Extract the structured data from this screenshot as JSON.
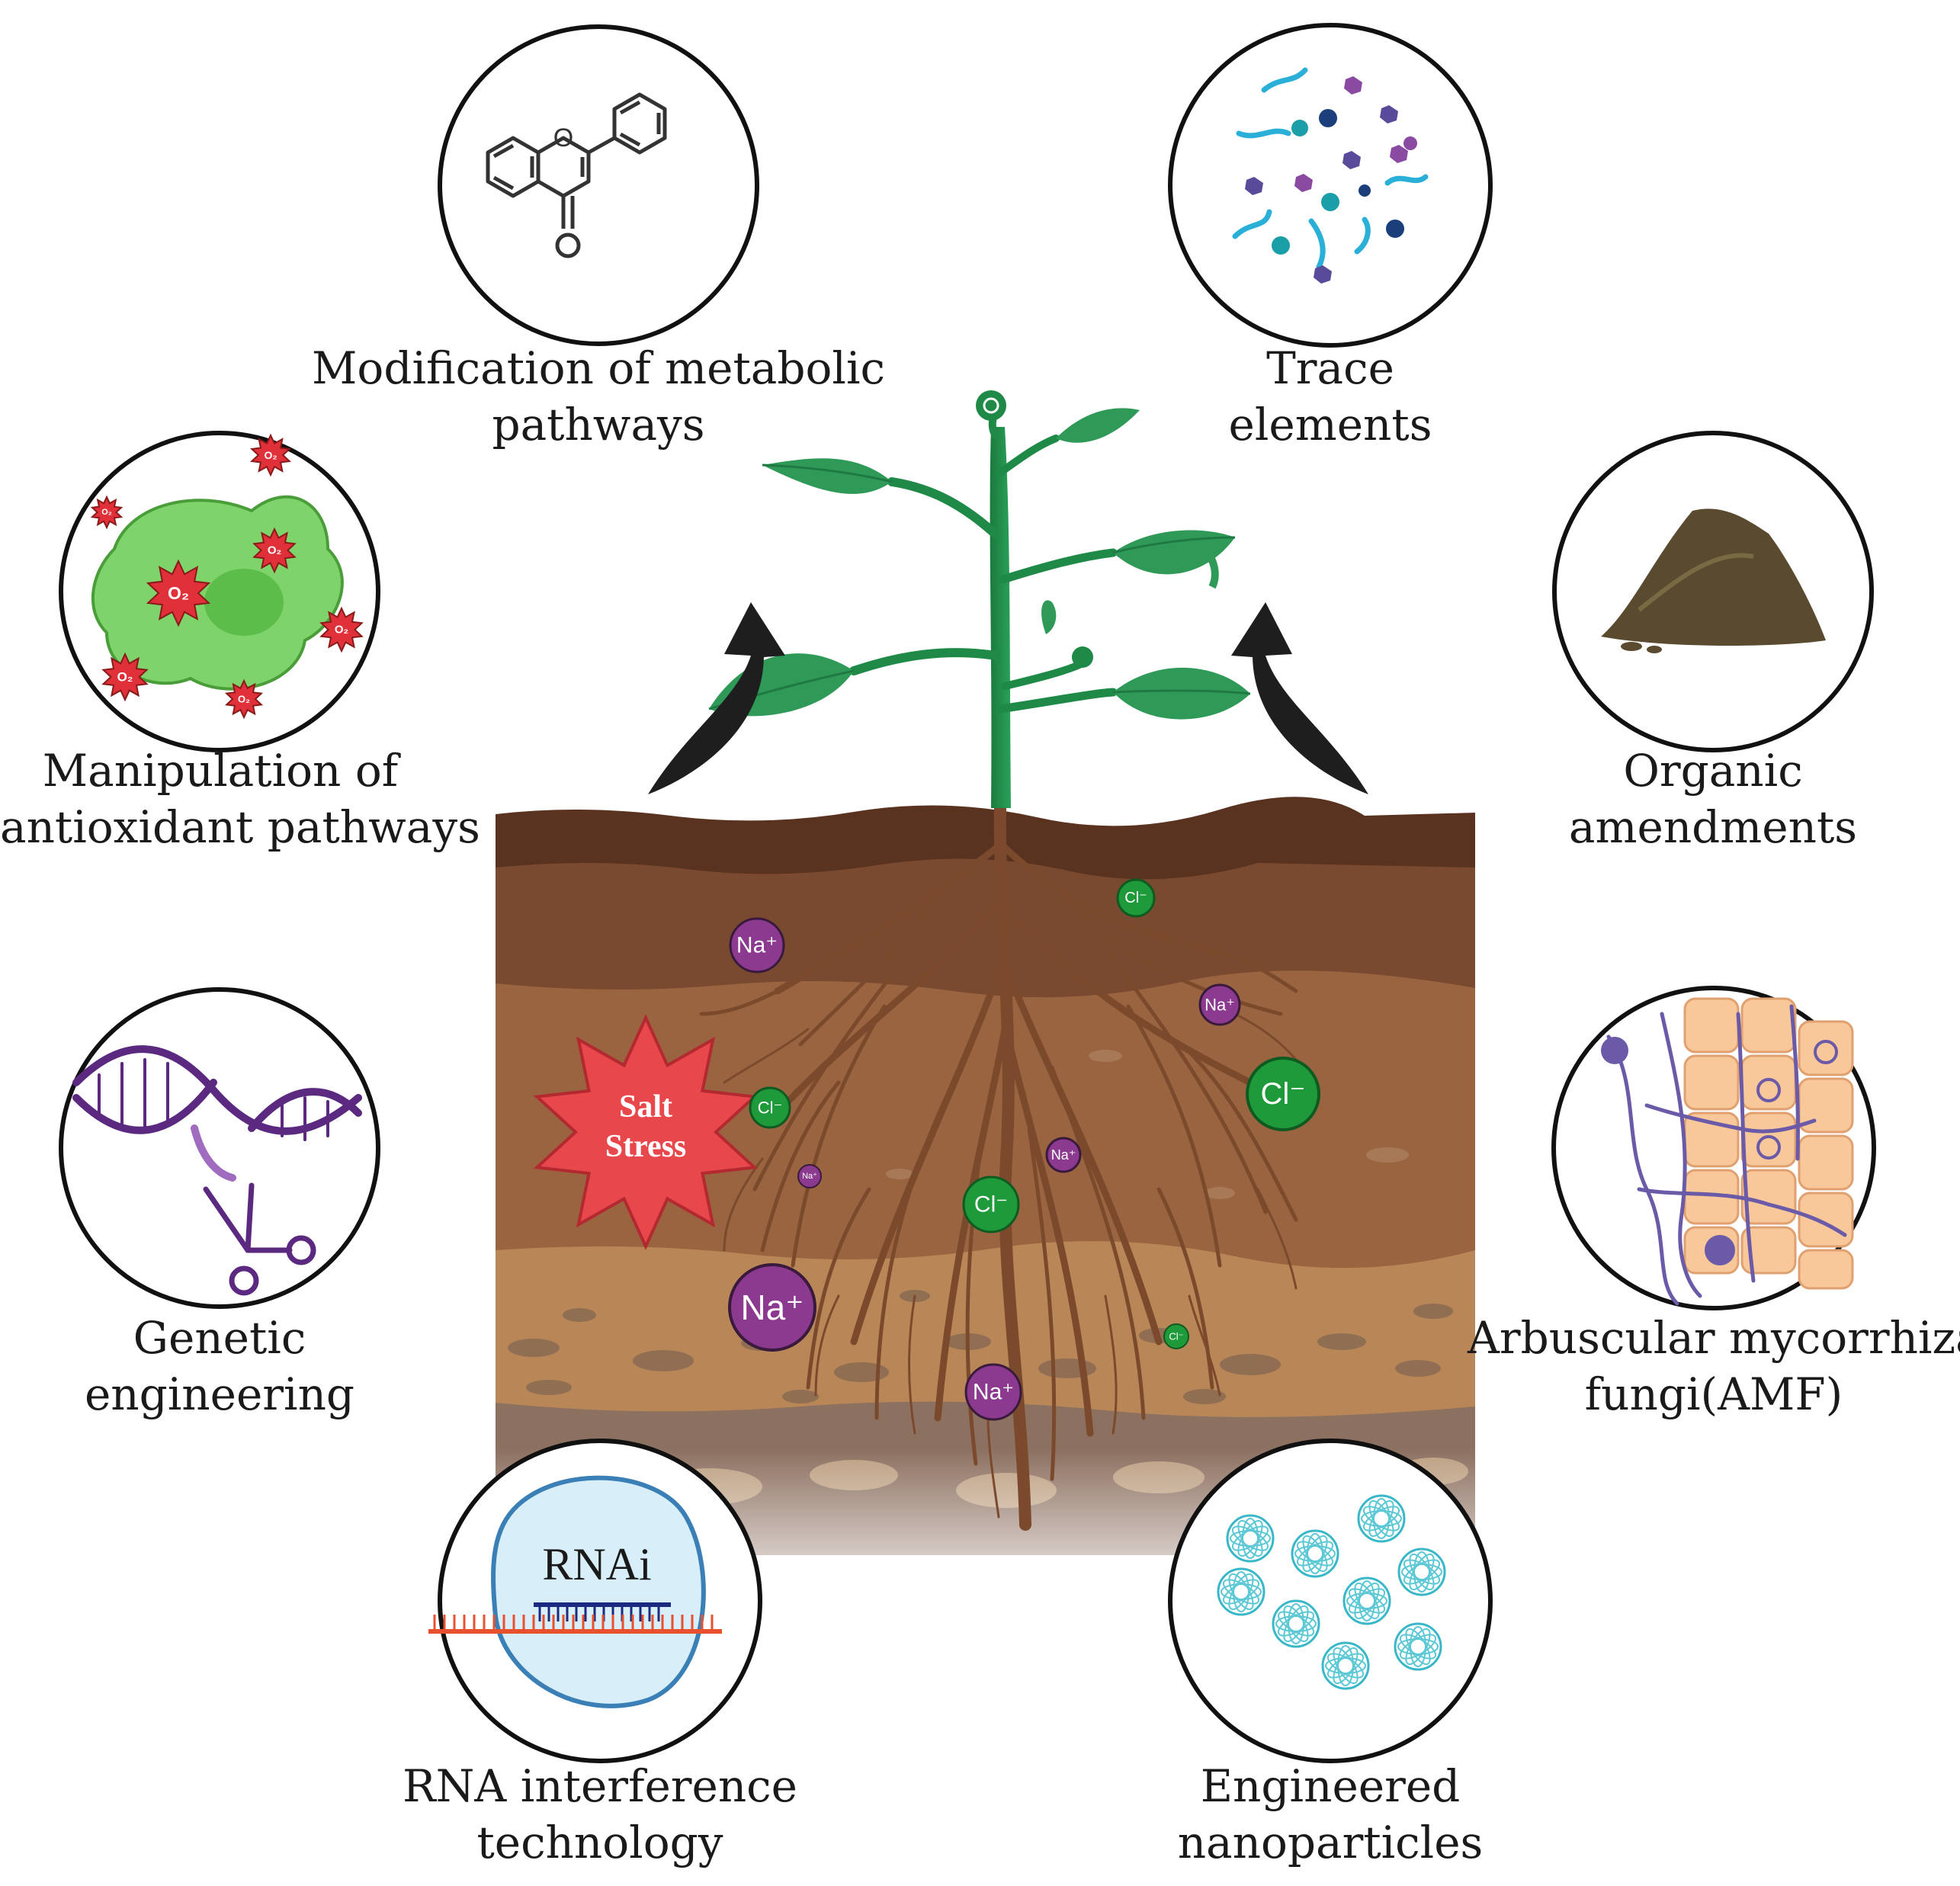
{
  "center": {
    "stress_line1": "Salt",
    "stress_line2": "Stress",
    "ions": {
      "na": "Na⁺",
      "cl": "Cl⁻"
    }
  },
  "strategies": {
    "metabolic": {
      "line1": "Modification of metabolic",
      "line2": "pathways"
    },
    "trace": {
      "line1": "Trace",
      "line2": "elements"
    },
    "antioxidant": {
      "line1": "Manipulation of",
      "line2": "antioxidant pathways",
      "badge": "O₂"
    },
    "organic": {
      "line1": "Organic",
      "line2": "amendments"
    },
    "genetic": {
      "line1": "Genetic",
      "line2": "engineering"
    },
    "amf": {
      "line1": "Arbuscular mycorrhizal",
      "line2": "fungi(AMF)"
    },
    "rnai": {
      "line1": "RNA interference",
      "line2": "technology",
      "inner": "RNAi"
    },
    "nano": {
      "line1": "Engineered",
      "line2": "nanoparticles"
    }
  },
  "colors": {
    "soil_top": "#5a3320",
    "soil_mid": "#7a4a30",
    "soil_low": "#a2704d",
    "soil_deep": "#c49a70",
    "na_ion": "#8b3a8f",
    "cl_ion": "#1f9a3a",
    "stress_star": "#e8474b",
    "plant": "#1f8a48",
    "leaf": "#2f9a58",
    "root": "#7b4a2c"
  }
}
